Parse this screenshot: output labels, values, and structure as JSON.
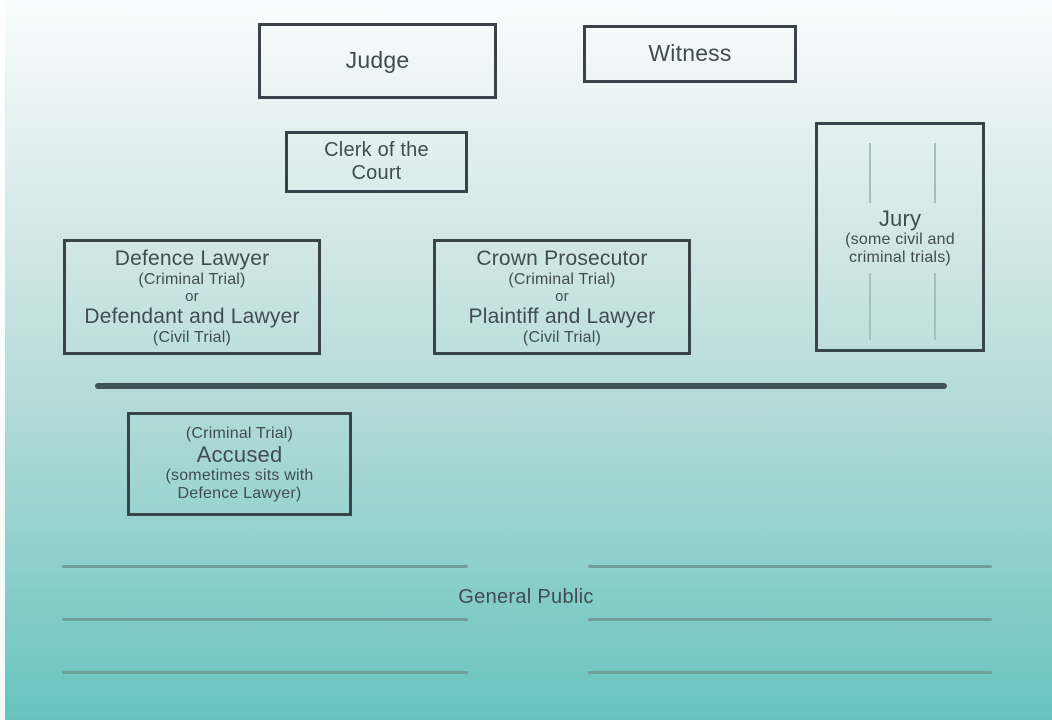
{
  "colors": {
    "bg_top": "#fafdfd",
    "bg_mid": "#c3e1df",
    "bg_bottom": "#68c3bf",
    "box_border": "#39434a",
    "text": "#404c52",
    "divider": "#415359",
    "bench_line": "#6f9793",
    "jury_line": "#a4bfbd"
  },
  "boxes": {
    "judge": {
      "label": "Judge"
    },
    "witness": {
      "label": "Witness"
    },
    "clerk": {
      "label": "Clerk of the\nCourt"
    },
    "jury": {
      "title": "Jury",
      "subtitle": "(some civil and\ncriminal trials)"
    },
    "defence": {
      "role_criminal": "Defence Lawyer",
      "criminal_note": "(Criminal Trial)",
      "or": "or",
      "role_civil": "Defendant and Lawyer",
      "civil_note": "(Civil Trial)"
    },
    "prosecutor": {
      "role_criminal": "Crown Prosecutor",
      "criminal_note": "(Criminal Trial)",
      "or": "or",
      "role_civil": "Plaintiff and Lawyer",
      "civil_note": "(Civil Trial)"
    },
    "accused": {
      "criminal_note": "(Criminal Trial)",
      "title": "Accused",
      "note": "(sometimes sits with\nDefence Lawyer)"
    }
  },
  "gallery": {
    "label": "General Public"
  }
}
